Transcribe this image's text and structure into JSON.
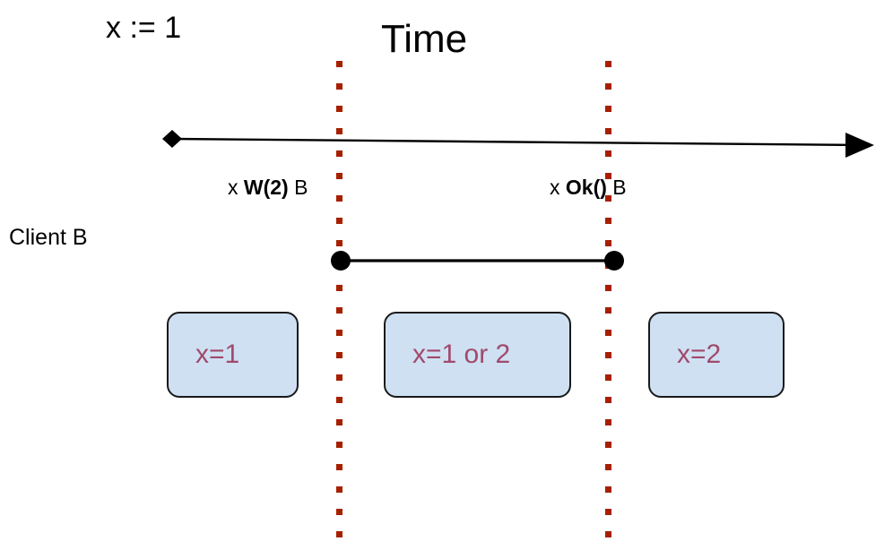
{
  "diagram": {
    "title": "Time",
    "assignment": "x := 1",
    "actor_label": "Client B",
    "timeline": {
      "axis_label": "Time",
      "start_marker": "diamond",
      "end_marker": "arrow"
    },
    "operations": [
      {
        "id": "write",
        "prefix": "x ",
        "name": "W(2)",
        "suffix": " B",
        "guide_name": "write-guide-line"
      },
      {
        "id": "ok",
        "prefix": "x ",
        "name": "Ok()",
        "suffix": " B",
        "guide_name": "ok-guide-line"
      }
    ],
    "invocation_span": {
      "start_endpoint": "invocation-dot",
      "end_endpoint": "response-dot"
    },
    "state_boxes": [
      {
        "text": "x=1"
      },
      {
        "text": "x=1 or 2"
      },
      {
        "text": "x=2"
      }
    ],
    "colors": {
      "guide_line": "#a62000",
      "box_fill": "#cfe0f3",
      "box_border": "#1a1a1a",
      "box_text": "#a04a6b",
      "timeline": "#000000",
      "background": "#ffffff"
    }
  }
}
